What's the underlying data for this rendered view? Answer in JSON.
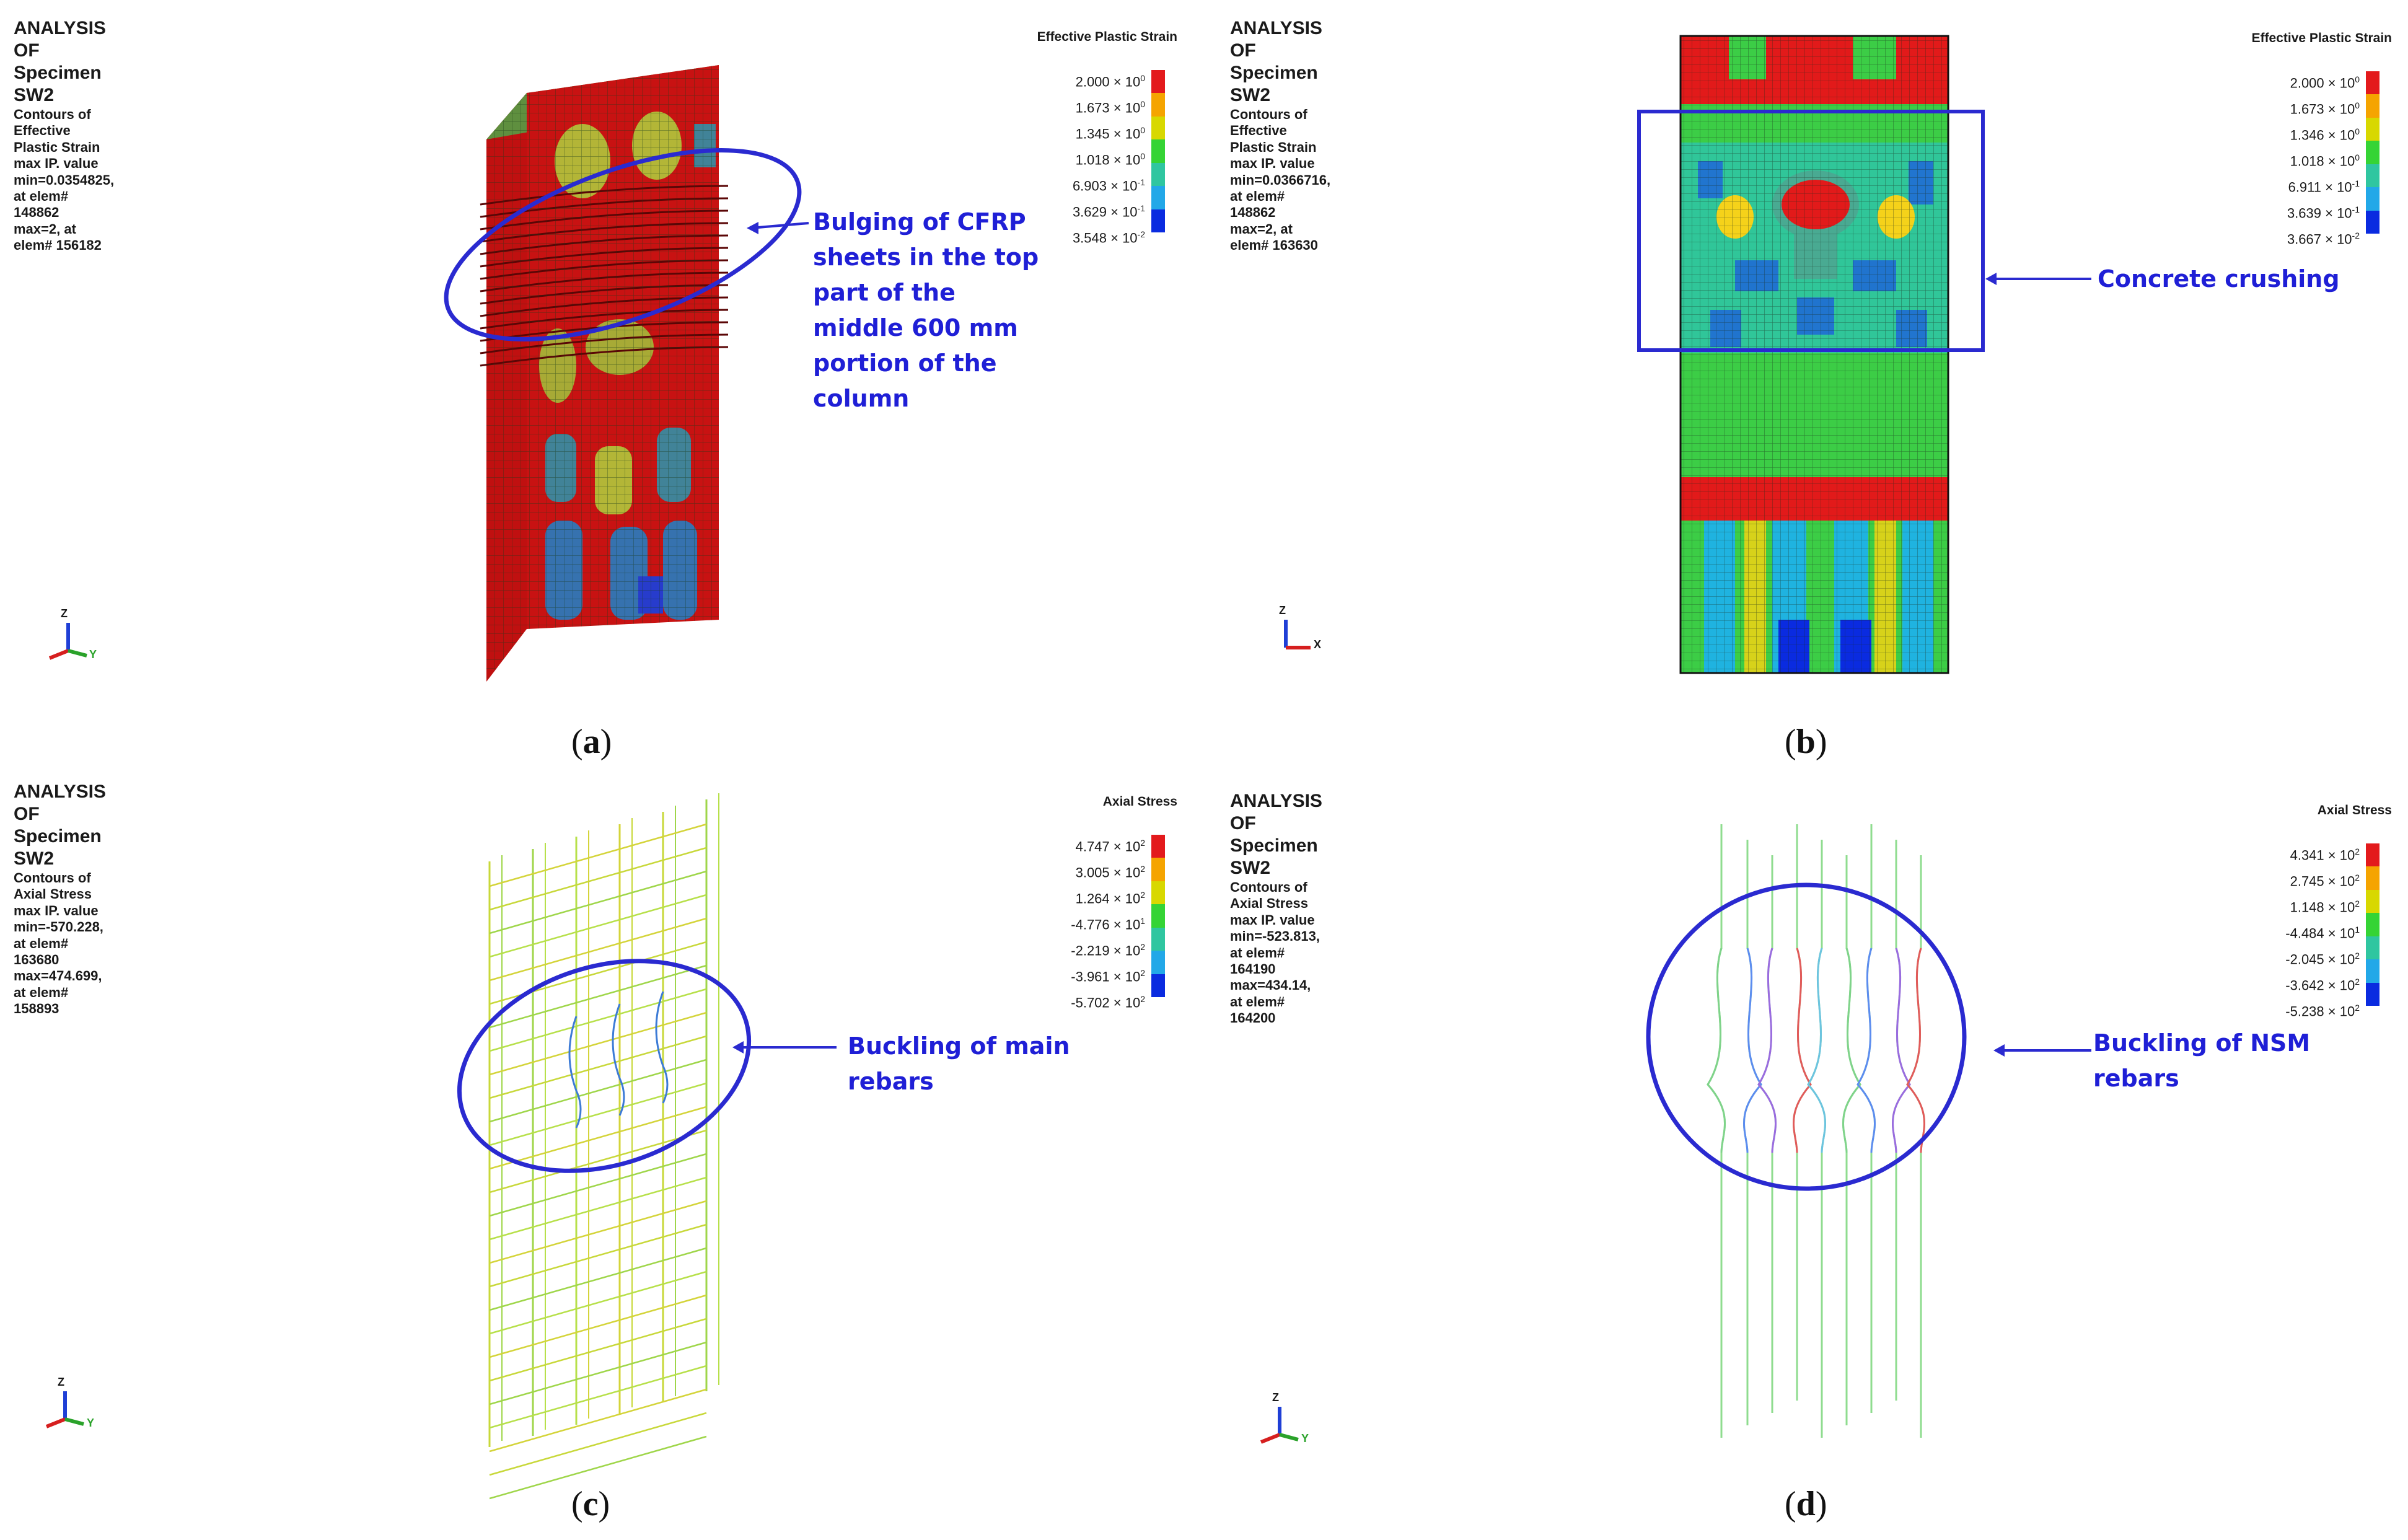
{
  "panels": [
    {
      "id": "a",
      "header": {
        "title": "ANALYSIS OF Specimen SW2",
        "subtitle": "Contours of Effective Plastic Strain",
        "line3": "max IP. value",
        "line4": "min=0.0354825, at elem# 148862",
        "line5": "max=2, at elem# 156182"
      },
      "legend": {
        "title": "Effective Plastic Strain",
        "values": [
          {
            "m": "2.000",
            "e": "0"
          },
          {
            "m": "1.673",
            "e": "0"
          },
          {
            "m": "1.345",
            "e": "0"
          },
          {
            "m": "1.018",
            "e": "0"
          },
          {
            "m": "6.903",
            "e": "-1"
          },
          {
            "m": "3.629",
            "e": "-1"
          },
          {
            "m": "3.548",
            "e": "-2"
          }
        ]
      },
      "annotation": [
        "Bulging of CFRP",
        "sheets in the top",
        "part of the",
        "middle 600 mm",
        "portion of the",
        "column"
      ],
      "caption": "a"
    },
    {
      "id": "b",
      "header": {
        "title": "ANALYSIS OF Specimen SW2",
        "subtitle": "Contours of Effective Plastic Strain",
        "line3": "max IP. value",
        "line4": "min=0.0366716, at elem# 148862",
        "line5": "max=2, at elem# 163630"
      },
      "legend": {
        "title": "Effective Plastic Strain",
        "values": [
          {
            "m": "2.000",
            "e": "0"
          },
          {
            "m": "1.673",
            "e": "0"
          },
          {
            "m": "1.346",
            "e": "0"
          },
          {
            "m": "1.018",
            "e": "0"
          },
          {
            "m": "6.911",
            "e": "-1"
          },
          {
            "m": "3.639",
            "e": "-1"
          },
          {
            "m": "3.667",
            "e": "-2"
          }
        ]
      },
      "annotation": [
        "Concrete crushing"
      ],
      "caption": "b"
    },
    {
      "id": "c",
      "header": {
        "title": "ANALYSIS OF Specimen SW2",
        "subtitle": "Contours of Axial Stress",
        "line3": "max IP. value",
        "line4": "min=-570.228, at elem# 163680",
        "line5": "max=474.699, at elem# 158893"
      },
      "legend": {
        "title": "Axial Stress",
        "values": [
          {
            "m": "4.747",
            "e": "2"
          },
          {
            "m": "3.005",
            "e": "2"
          },
          {
            "m": "1.264",
            "e": "2"
          },
          {
            "m": "-4.776",
            "e": "1"
          },
          {
            "m": "-2.219",
            "e": "2"
          },
          {
            "m": "-3.961",
            "e": "2"
          },
          {
            "m": "-5.702",
            "e": "2"
          }
        ]
      },
      "annotation": [
        "Buckling of main",
        "rebars"
      ],
      "caption": "c"
    },
    {
      "id": "d",
      "header": {
        "title": "ANALYSIS OF Specimen SW2",
        "subtitle": "Contours of Axial Stress",
        "line3": "max IP. value",
        "line4": "min=-523.813, at elem# 164190",
        "line5": "max=434.14, at elem# 164200"
      },
      "legend": {
        "title": "Axial Stress",
        "values": [
          {
            "m": "4.341",
            "e": "2"
          },
          {
            "m": "2.745",
            "e": "2"
          },
          {
            "m": "1.148",
            "e": "2"
          },
          {
            "m": "-4.484",
            "e": "1"
          },
          {
            "m": "-2.045",
            "e": "2"
          },
          {
            "m": "-3.642",
            "e": "2"
          },
          {
            "m": "-5.238",
            "e": "2"
          }
        ]
      },
      "annotation": [
        "Buckling of NSM",
        "rebars"
      ],
      "caption": "d"
    }
  ],
  "axis_labels": {
    "z": "Z",
    "x": "X",
    "y": "Y"
  },
  "colors": {
    "fringe": [
      "#e31a1c",
      "#f5a400",
      "#d8d800",
      "#35d435",
      "#2fc6a0",
      "#22a8e8",
      "#0a2be0"
    ],
    "annotation": "#1f1fd6",
    "ellipse": "#2a2ad0"
  }
}
